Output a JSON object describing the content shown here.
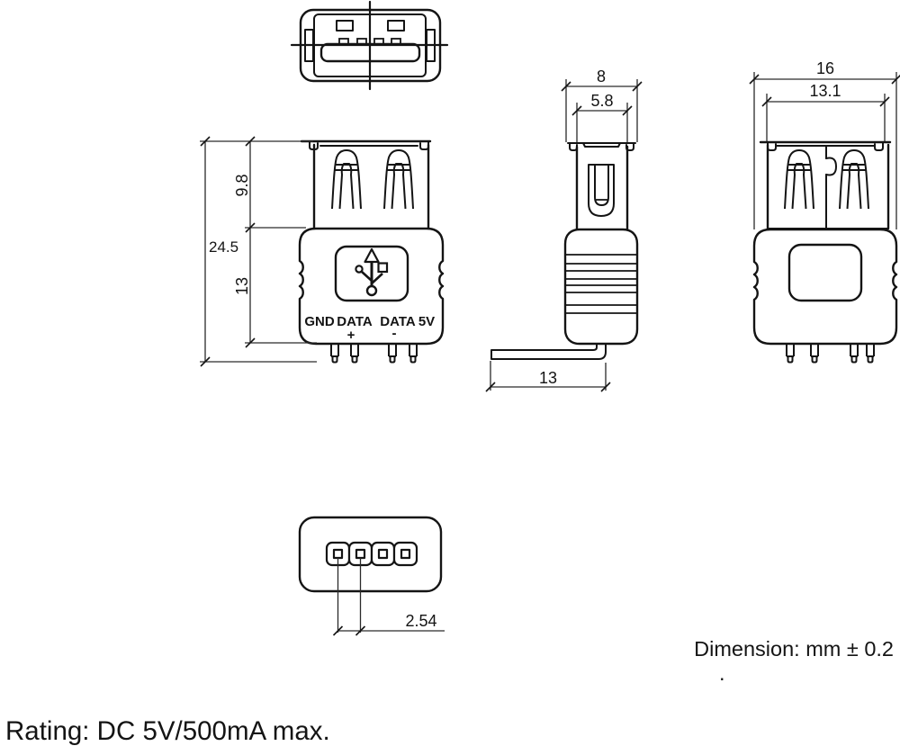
{
  "drawing": {
    "front_view": {
      "dim_total_height": "24.5",
      "dim_shell_height": "9.8",
      "dim_body_height": "13",
      "pin1": "GND",
      "pin2": "DATA",
      "pin2_sign": "+",
      "pin3": "DATA",
      "pin3_sign": "-",
      "pin4": "5V"
    },
    "side_view": {
      "dim_outer_width": "8",
      "dim_inner_width": "5.8",
      "dim_lead_length": "13"
    },
    "rear_view": {
      "dim_outer_width": "16",
      "dim_inner_width": "13.1"
    },
    "bottom_view": {
      "dim_pin_pitch": "2.54"
    }
  },
  "notes": {
    "tolerance": "Dimension: mm ± 0.2",
    "stray_mark": ".",
    "rating": "Rating: DC 5V/500mA max."
  }
}
